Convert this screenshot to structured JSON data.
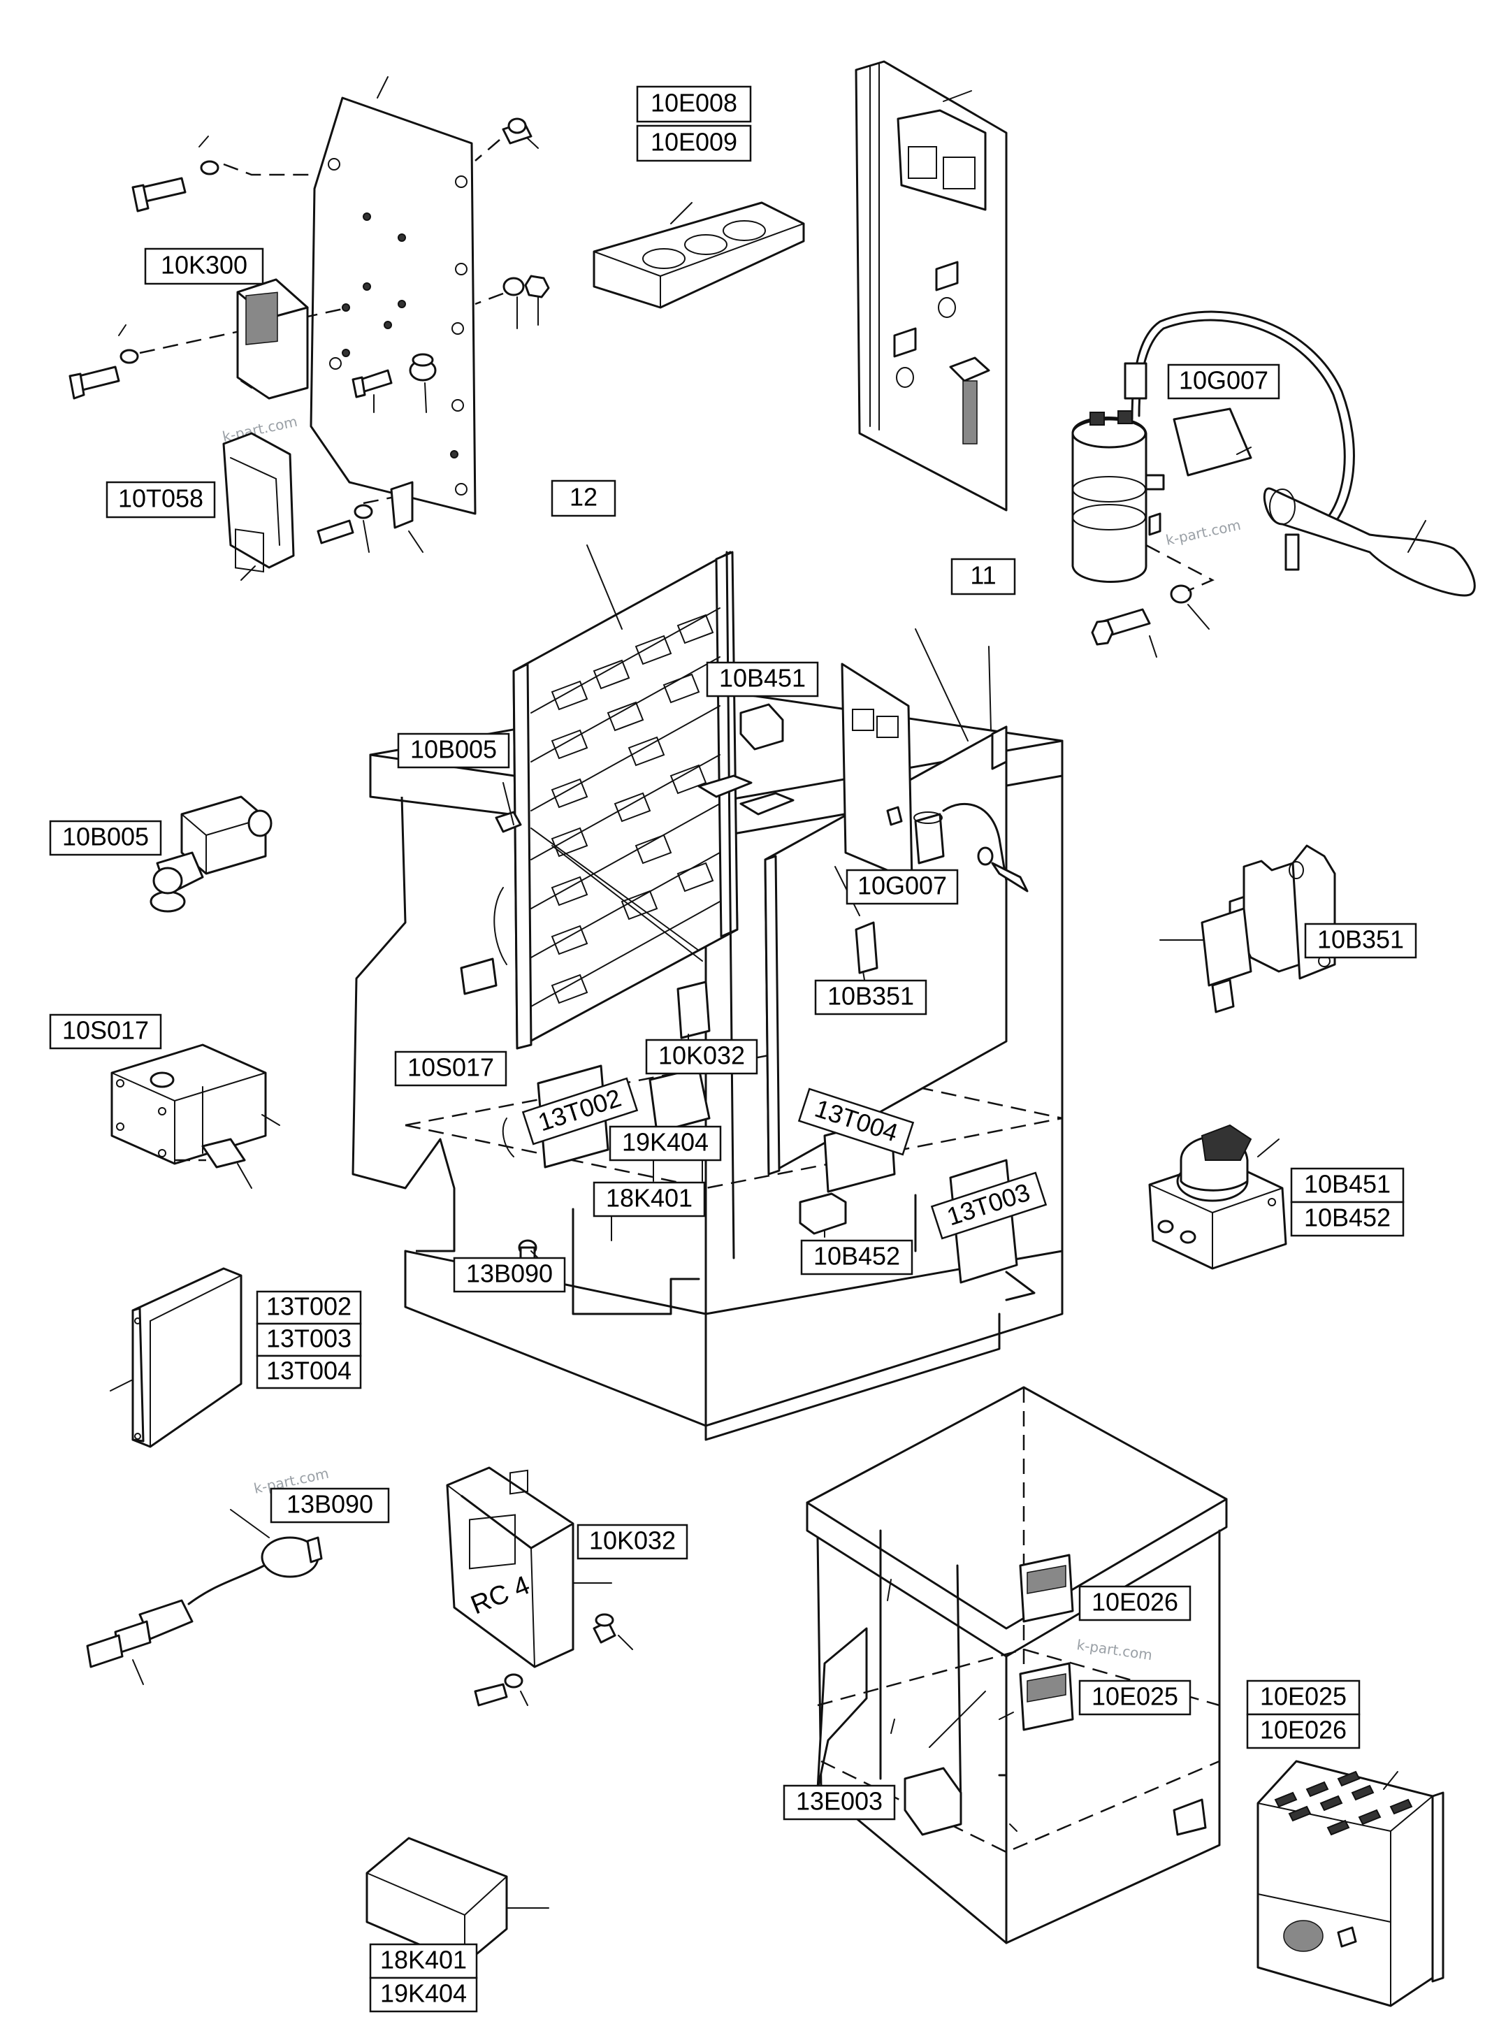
{
  "diagram": {
    "watermark": "k-part.com",
    "labels": {
      "l_10E008": "10E008",
      "l_10E009": "10E009",
      "l_10K300": "10K300",
      "l_10T058": "10T058",
      "l_12": "12",
      "l_11": "11",
      "l_10G007_top": "10G007",
      "l_10B451_top": "10B451",
      "l_10B005_main": "10B005",
      "l_10B005_detail": "10B005",
      "l_10G007_mid": "10G007",
      "l_10B351_right": "10B351",
      "l_10B351_mid": "10B351",
      "l_10S017_detail": "10S017",
      "l_10S017_main": "10S017",
      "l_10K032_main": "10K032",
      "l_13T002_main": "13T002",
      "l_13T004_main": "13T004",
      "l_19K404_main": "19K404",
      "l_18K401_main": "18K401",
      "l_13T003_main": "13T003",
      "l_10B451_right": "10B451",
      "l_10B452_right": "10B452",
      "l_10B452_main": "10B452",
      "l_13B090_main": "13B090",
      "l_13T002_d": "13T002",
      "l_13T003_d": "13T003",
      "l_13T004_d": "13T004",
      "l_13B090_detail": "13B090",
      "l_10K032_detail": "10K032",
      "l_10E026_main": "10E026",
      "l_10E025_main": "10E025",
      "l_10E025_detail": "10E025",
      "l_10E026_detail": "10E026",
      "l_13E003": "13E003",
      "l_18K401_detail": "18K401",
      "l_19K404_detail": "19K404",
      "rc4": "RC 4"
    }
  }
}
